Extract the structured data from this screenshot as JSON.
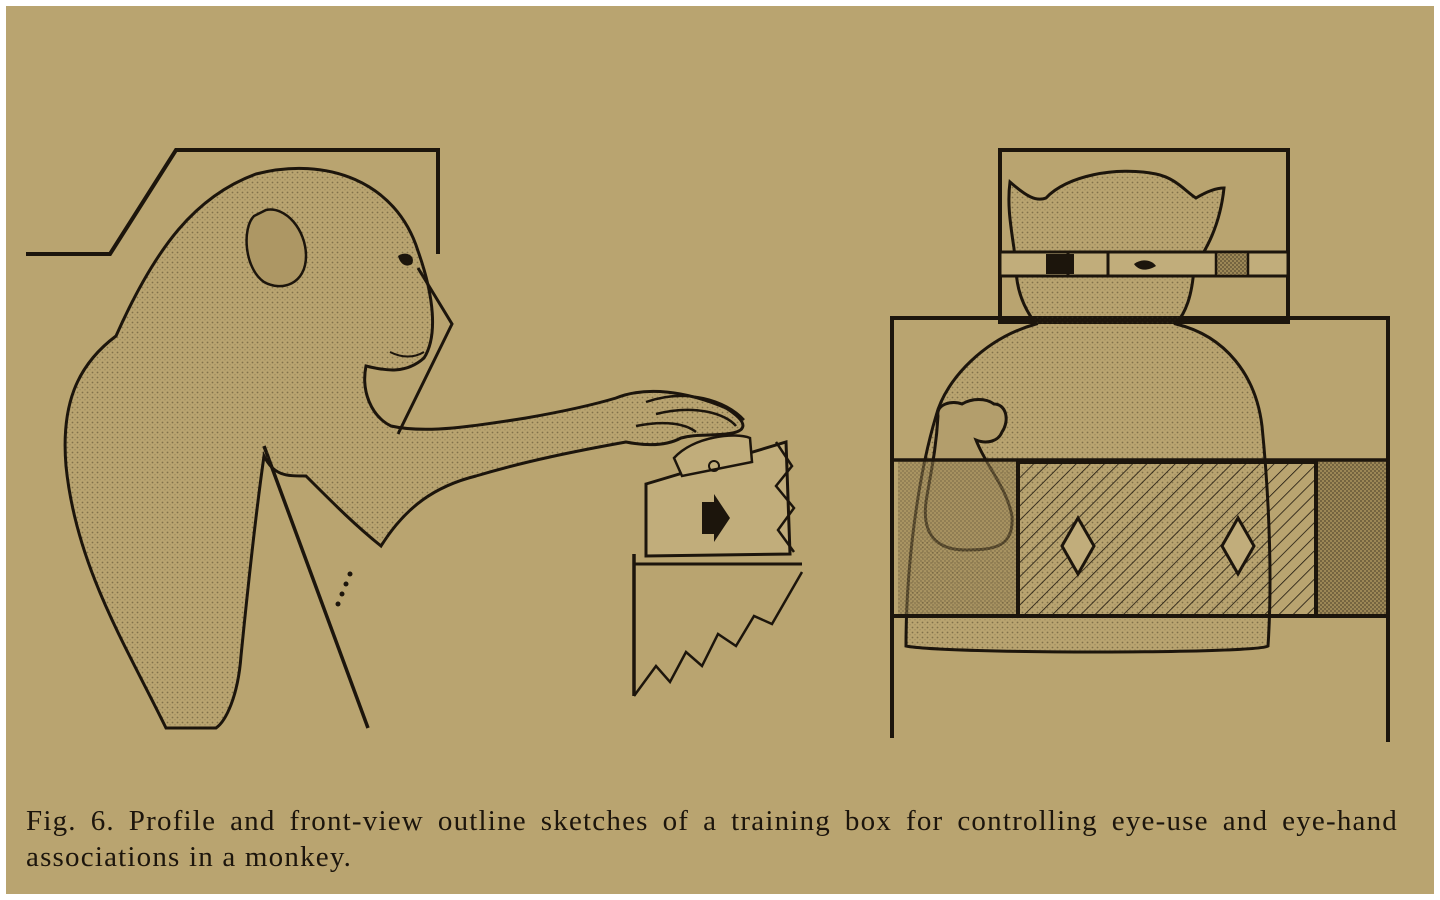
{
  "figure": {
    "panels": [
      {
        "id": "profile",
        "subject": "monkey-profile-view",
        "apparatus": "training-box-side"
      },
      {
        "id": "front",
        "subject": "monkey-front-view",
        "apparatus": "training-box-front"
      }
    ],
    "caption": "Fig. 6. Profile and front-view outline sketches of a training box for controlling eye-use and eye-hand associations in a monkey."
  },
  "colors": {
    "paper": "#b9a470",
    "ink": "#1c150c",
    "shading": "#8f7c4c"
  }
}
